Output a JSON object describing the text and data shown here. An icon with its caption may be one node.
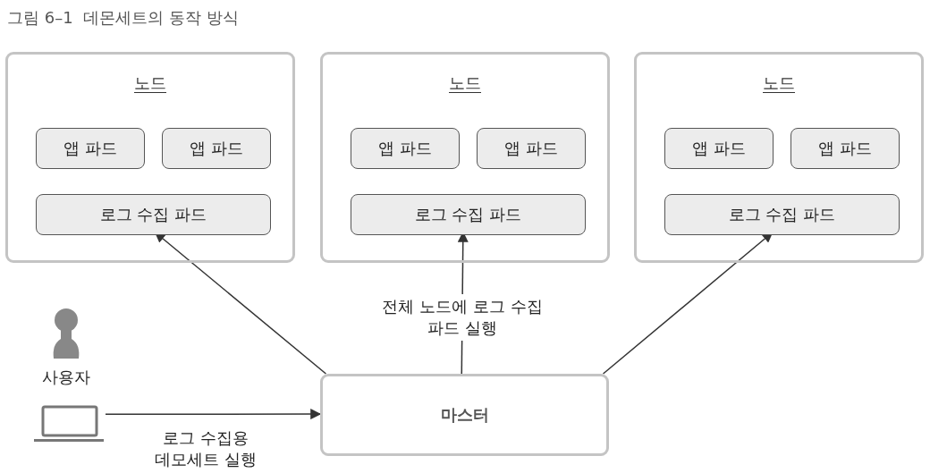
{
  "diagram": {
    "title": "그림 6–1  데몬세트의 동작 방식",
    "nodes": [
      {
        "text": [
          "노드"
        ]
      },
      {
        "text": [
          "앱 파드"
        ],
        "in": 0
      },
      {
        "text": [
          "앱 파드"
        ],
        "in": 0
      },
      {
        "text": [
          "로그 수집 파드"
        ],
        "in": 0
      },
      {
        "text": [
          "노드"
        ]
      },
      {
        "text": [
          "앱 파드"
        ],
        "in": 4
      },
      {
        "text": [
          "앱 파드"
        ],
        "in": 4
      },
      {
        "text": [
          "로그 수집 파드"
        ],
        "in": 4
      },
      {
        "text": [
          "노드"
        ]
      },
      {
        "text": [
          "앱 파드"
        ],
        "in": 8
      },
      {
        "text": [
          "앱 파드"
        ],
        "in": 8
      },
      {
        "text": [
          "로그 수집 파드"
        ],
        "in": 8
      },
      {
        "text": [
          "마스터"
        ]
      },
      {
        "text": [
          "사용자"
        ]
      }
    ],
    "edges": [
      {
        "from": 12,
        "to": 3,
        "arrow": "to"
      },
      {
        "from": 12,
        "to": 7,
        "arrow": "to",
        "label": "전체 노드에 로그 수집 파드 실행"
      },
      {
        "from": 12,
        "to": 11,
        "arrow": "to"
      },
      {
        "from": 13,
        "to": 12,
        "arrow": "to",
        "label": "로그 수집용 데모세트 실행"
      }
    ]
  }
}
